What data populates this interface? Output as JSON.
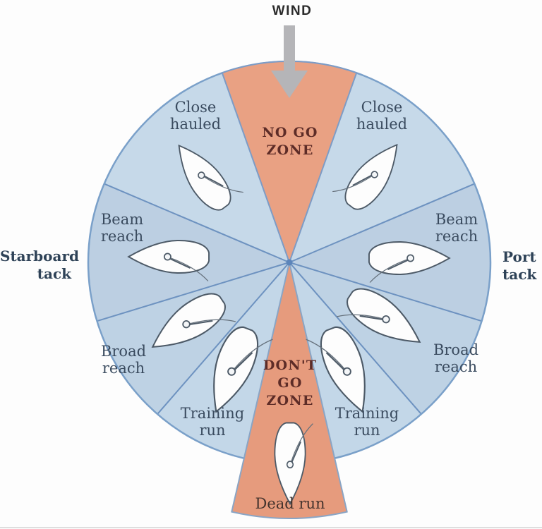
{
  "title": "Points of sail diagram",
  "labels": {
    "wind": "WIND",
    "no_go_zone": "NO GO\nZONE",
    "dont_go_zone": "DON'T\nGO\nZONE",
    "close_hauled_left": "Close\nhauled",
    "close_hauled_right": "Close\nhauled",
    "beam_reach_left": "Beam\nreach",
    "beam_reach_right": "Beam\nreach",
    "broad_reach_left": "Broad\nreach",
    "broad_reach_right": "Broad\nreach",
    "training_run_left": "Training\nrun",
    "training_run_right": "Training\nrun",
    "dead_run": "Dead run",
    "starboard_tack": "Starboard\ntack",
    "port_tack": "Port\ntack"
  },
  "colors": {
    "sector_close_hauled": "#c6d9e9",
    "sector_beam_reach": "#bccfe2",
    "sector_broad_reach": "#bed2e4",
    "sector_training_run": "#c3d7e8",
    "no_go_zone": "#e9a183",
    "dead_run_zone": "#e69b7d",
    "divider_line": "#6d92c0",
    "circle_rim": "#7aa0c9",
    "center_dot": "#5c85ba",
    "label_text": "#3a4b5f",
    "zone_text": "#5d2c27",
    "tack_text": "#2e4257",
    "wind_arrow": "#b5b5b8",
    "boat_fill": "#fdfdfd",
    "boat_outline": "#4d5a67"
  }
}
